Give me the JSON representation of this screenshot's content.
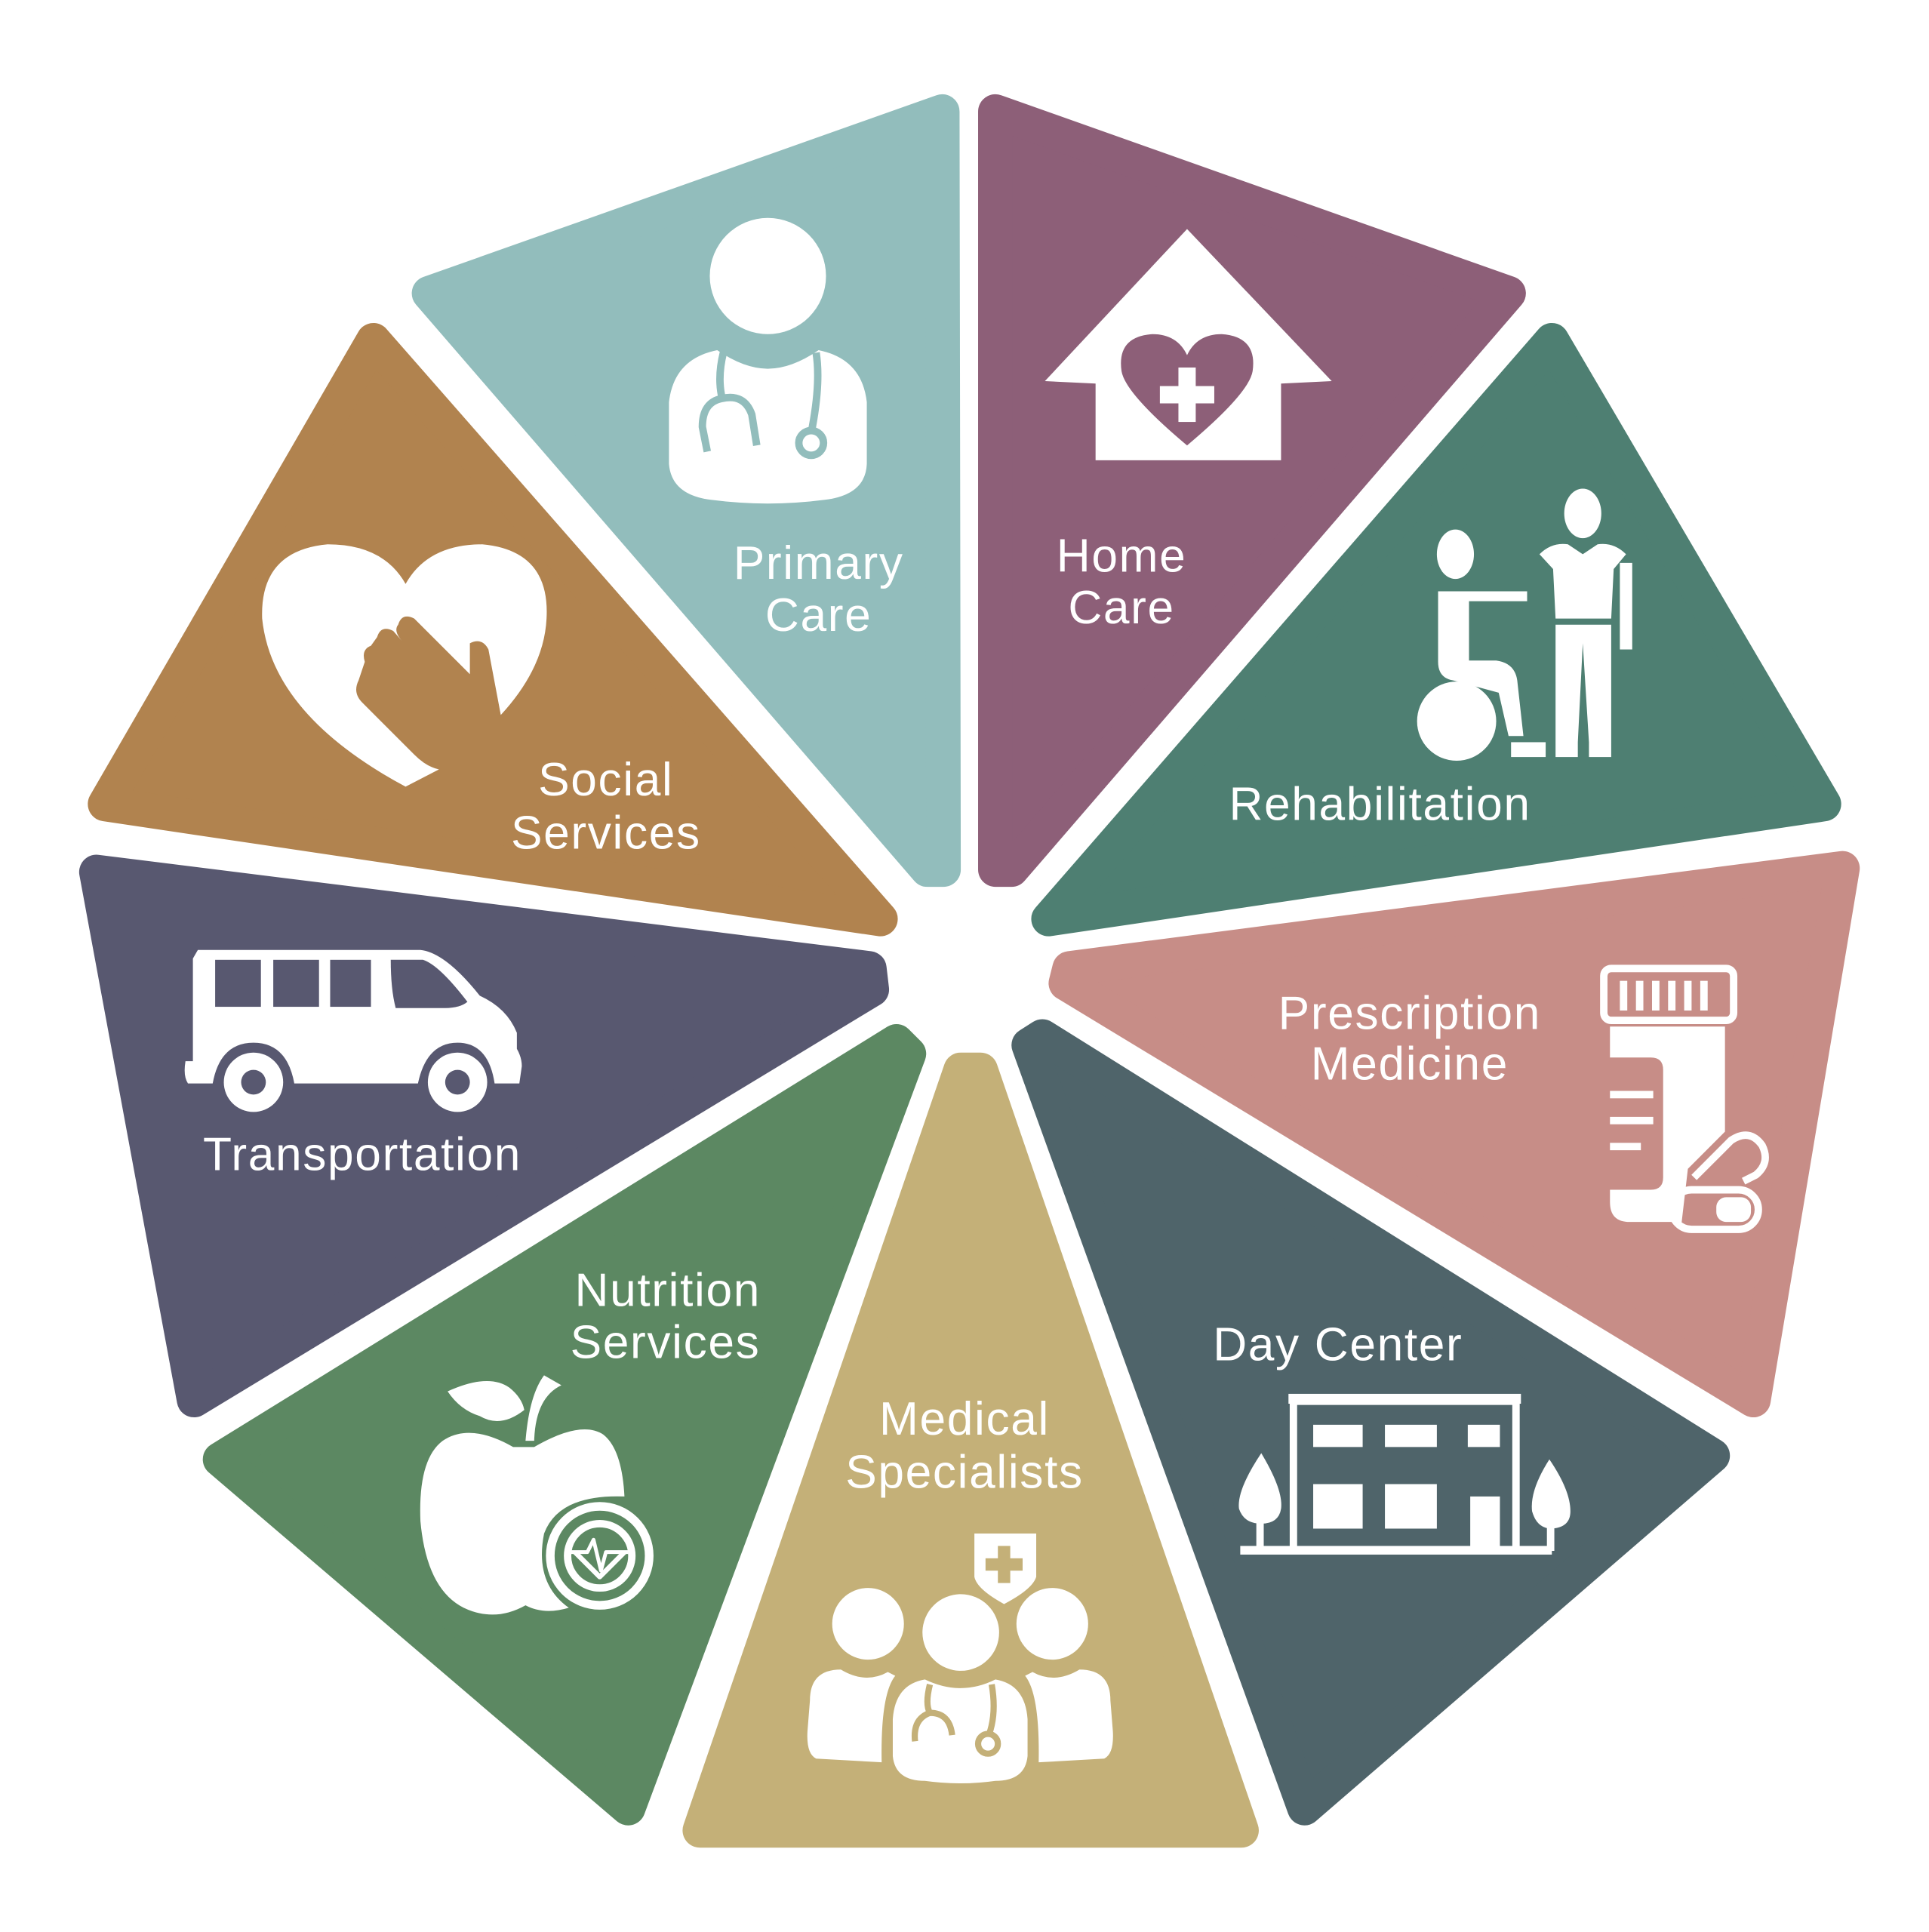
{
  "segments": [
    {
      "id": "primary-care",
      "lines": [
        "Primary",
        "Care"
      ],
      "color": "#92BDBC",
      "icon": "doctor-icon"
    },
    {
      "id": "home-care",
      "lines": [
        "Home",
        "Care"
      ],
      "color": "#8D5F78",
      "icon": "house-heart-icon"
    },
    {
      "id": "rehabilitation",
      "lines": [
        "Rehabilitation"
      ],
      "color": "#4E7F72",
      "icon": "wheelchair-caregiver-icon"
    },
    {
      "id": "prescription-medicine",
      "lines": [
        "Prescription",
        "Medicine"
      ],
      "color": "#C78D87",
      "icon": "pill-bottle-icon"
    },
    {
      "id": "day-center",
      "lines": [
        "Day Center"
      ],
      "color": "#4F646A",
      "icon": "building-icon"
    },
    {
      "id": "medical-specialists",
      "lines": [
        "Medical",
        "Specialists"
      ],
      "color": "#C4B078",
      "icon": "medical-team-icon"
    },
    {
      "id": "nutrition-services",
      "lines": [
        "Nutrition",
        "Services"
      ],
      "color": "#5C8862",
      "icon": "apple-heart-icon"
    },
    {
      "id": "transportation",
      "lines": [
        "Transportation"
      ],
      "color": "#585870",
      "icon": "van-icon"
    },
    {
      "id": "social-services",
      "lines": [
        "Social",
        "Services"
      ],
      "color": "#B1834F",
      "icon": "heart-hand-icon"
    }
  ]
}
